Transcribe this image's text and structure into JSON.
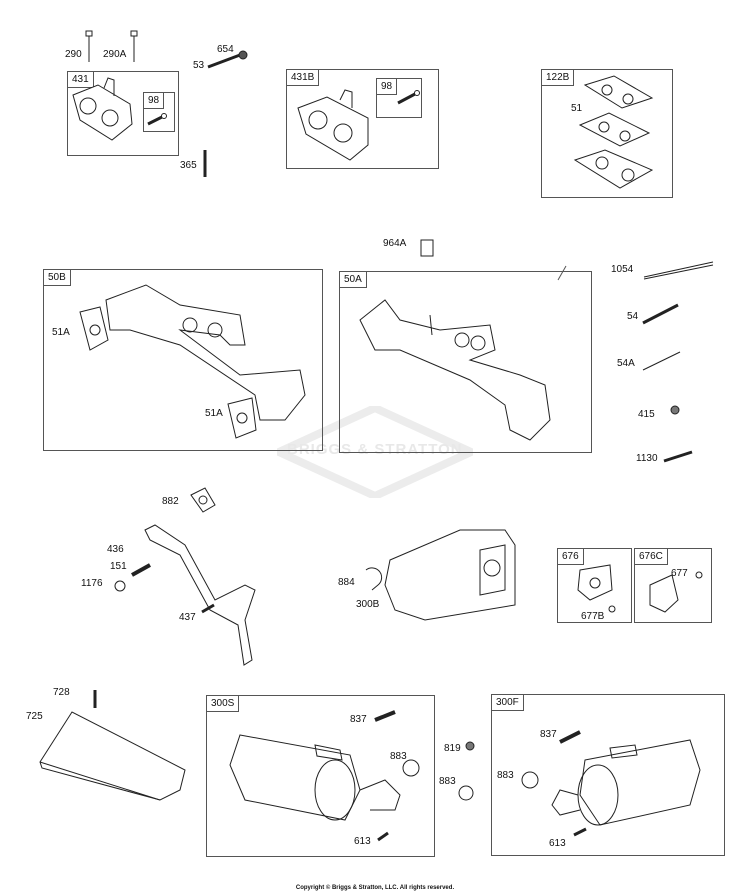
{
  "watermark": "BRIGGS & STRATTON",
  "copyright": "Copyright © Briggs & Stratton, LLC. All rights reserved.",
  "boxes": {
    "b431": "431",
    "b98a": "98",
    "b431B": "431B",
    "b98b": "98",
    "b122B": "122B",
    "b50B": "50B",
    "b50A": "50A",
    "b676": "676",
    "b676C": "676C",
    "b300S": "300S",
    "b300F": "300F"
  },
  "labels": {
    "p290": "290",
    "p290A": "290A",
    "p53": "53",
    "p654": "654",
    "p365": "365",
    "p51": "51",
    "p964A": "964A",
    "p1054": "1054",
    "p54": "54",
    "p54A": "54A",
    "p415": "415",
    "p1130": "1130",
    "p51A_1": "51A",
    "p51A_2": "51A",
    "p882": "882",
    "p436": "436",
    "p151": "151",
    "p1176": "1176",
    "p437": "437",
    "p884": "884",
    "p300B": "300B",
    "p677B": "677B",
    "p677": "677",
    "p728": "728",
    "p725": "725",
    "p837a": "837",
    "p883a": "883",
    "p613a": "613",
    "p819": "819",
    "p883b": "883",
    "p837b": "837",
    "p883c": "883",
    "p613b": "613"
  }
}
